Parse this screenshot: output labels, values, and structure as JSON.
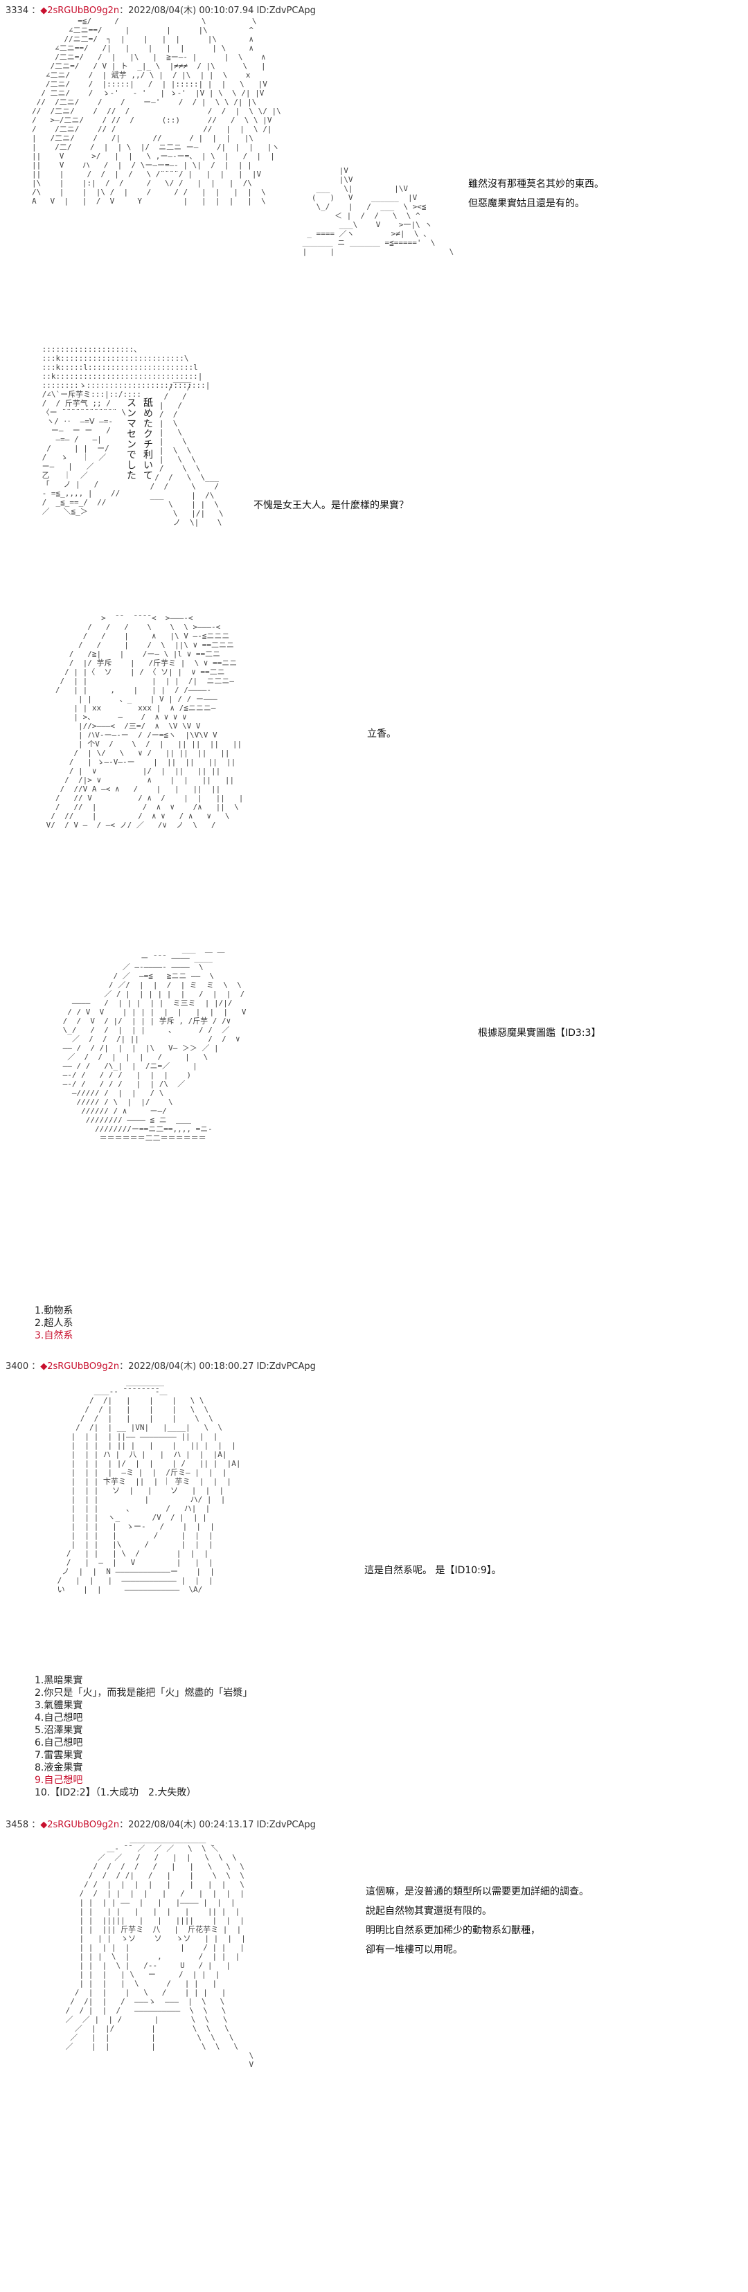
{
  "posts": [
    {
      "number": "3334",
      "trip": "◆2sRGUbBO9g2n",
      "meta": "：2022/08/04(木) 00:10:07.94 ID:ZdvPCApg",
      "scenes": [
        {
          "dialogue": [
            "雖然沒有那種莫名其妙的東西。",
            "但惡魔果實姑且還是有的。"
          ]
        },
        {
          "vertical": [
            "舐めたクチ利いて",
            "スンマセンでした"
          ],
          "dialogue": [
            "不愧是女王大人。是什麼樣的果實？"
          ]
        },
        {
          "dialogue": [
            "立香。"
          ]
        },
        {
          "dialogue": [
            "根據惡魔果實圖鑑【ID3:3】"
          ]
        }
      ],
      "choices": [
        {
          "text": "1.動物系",
          "highlight": false
        },
        {
          "text": "2.超人系",
          "highlight": false
        },
        {
          "text": "3.自然系",
          "highlight": true
        }
      ]
    },
    {
      "number": "3400",
      "trip": "◆2sRGUbBO9g2n",
      "meta": "：2022/08/04(木) 00:18:00.27 ID:ZdvPCApg",
      "dialogue": [
        "這是自然系呢。 是【ID10:9】。"
      ],
      "choices": [
        {
          "text": "1.黑暗果實",
          "highlight": false
        },
        {
          "text": "2.你只是「火」，而我是能把「火」燃盡的「岩漿」",
          "highlight": false
        },
        {
          "text": "3.氣體果實",
          "highlight": false
        },
        {
          "text": "4.自己想吧",
          "highlight": false
        },
        {
          "text": "5.沼澤果實",
          "highlight": false
        },
        {
          "text": "6.自己想吧",
          "highlight": false
        },
        {
          "text": "7.雷雲果實",
          "highlight": false
        },
        {
          "text": "8.液金果實",
          "highlight": false
        },
        {
          "text": "9.自己想吧",
          "highlight": true
        },
        {
          "text": "10.【ID2:2】（1.大成功　2.大失敗）",
          "highlight": false
        }
      ]
    },
    {
      "number": "3458",
      "trip": "◆2sRGUbBO9g2n",
      "meta": "：2022/08/04(木) 00:24:13.17 ID:ZdvPCApg",
      "dialogue": [
        "這個嘛，是沒普通的類型所以需要更加詳細的調查。",
        "說起自然物其實還挺有限的。",
        "明明比自然系更加稀少的動物系幻獸種，",
        "卻有一堆樓可以用呢。"
      ]
    }
  ]
}
